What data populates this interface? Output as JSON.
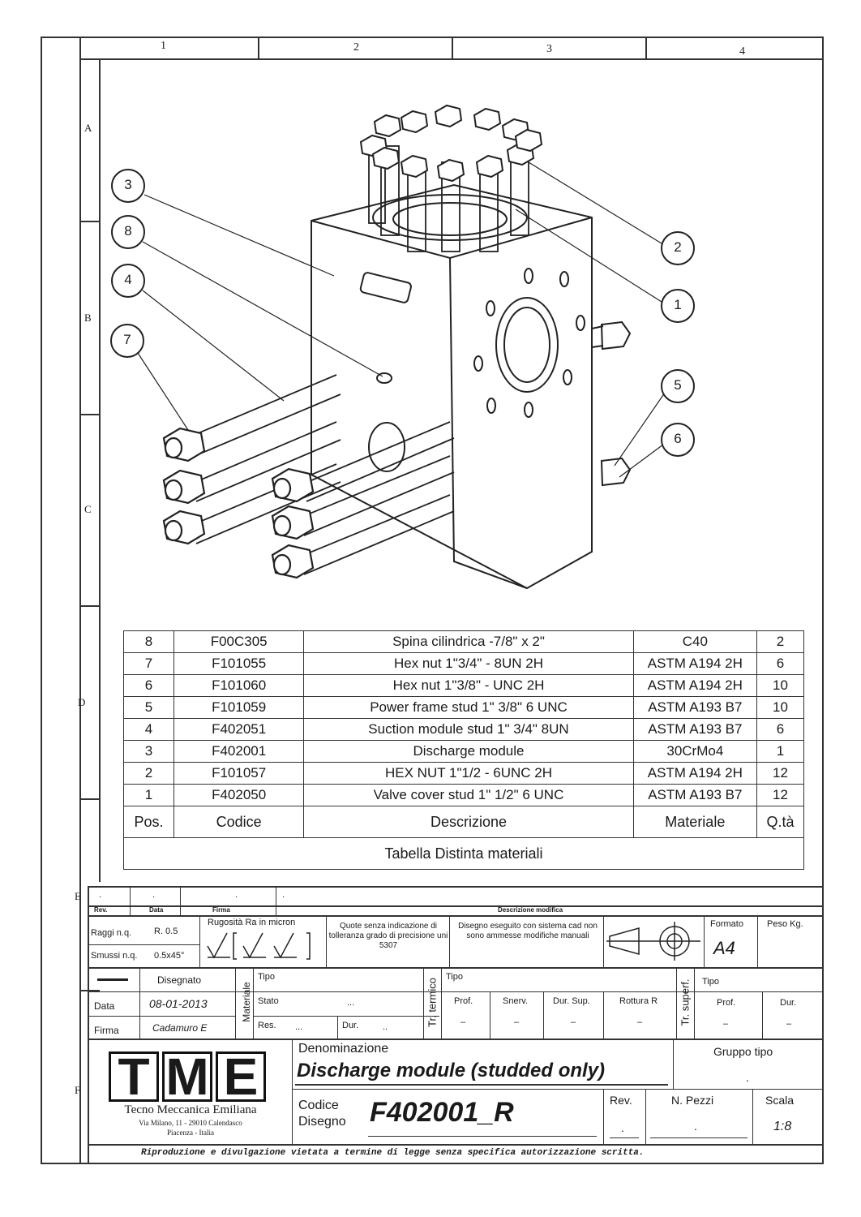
{
  "columns": [
    "1",
    "2",
    "3",
    "4"
  ],
  "rows": [
    "A",
    "B",
    "C",
    "D",
    "E",
    "F"
  ],
  "balloons": [
    "3",
    "8",
    "4",
    "7",
    "2",
    "1",
    "5",
    "6"
  ],
  "bom": {
    "items": [
      {
        "pos": "8",
        "code": "F00C305",
        "desc": "Spina cilindrica -7/8\" x 2\"",
        "mat": "C40",
        "qty": "2"
      },
      {
        "pos": "7",
        "code": "F101055",
        "desc": "Hex nut 1\"3/4\" - 8UN 2H",
        "mat": "ASTM A194 2H",
        "qty": "6"
      },
      {
        "pos": "6",
        "code": "F101060",
        "desc": "Hex nut 1\"3/8\" - UNC 2H",
        "mat": "ASTM A194 2H",
        "qty": "10"
      },
      {
        "pos": "5",
        "code": "F101059",
        "desc": "Power frame stud 1\" 3/8\" 6 UNC",
        "mat": "ASTM A193 B7",
        "qty": "10"
      },
      {
        "pos": "4",
        "code": "F402051",
        "desc": "Suction module stud 1\" 3/4\" 8UN",
        "mat": "ASTM A193 B7",
        "qty": "6"
      },
      {
        "pos": "3",
        "code": "F402001",
        "desc": "Discharge module",
        "mat": "30CrMo4",
        "qty": "1"
      },
      {
        "pos": "2",
        "code": "F101057",
        "desc": "HEX NUT 1\"1/2 - 6UNC 2H",
        "mat": "ASTM A194 2H",
        "qty": "12"
      },
      {
        "pos": "1",
        "code": "F402050",
        "desc": "Valve cover stud 1\" 1/2\" 6 UNC",
        "mat": "ASTM A193 B7",
        "qty": "12"
      }
    ],
    "headers": {
      "pos": "Pos.",
      "code": "Codice",
      "desc": "Descrizione",
      "mat": "Materiale",
      "qty": "Q.tà"
    },
    "caption": "Tabella Distinta materiali"
  },
  "revision": {
    "rev": "Rev.",
    "data": "Data",
    "firma": "Firma",
    "descr": "Descrizione modifica",
    "dot1": ".",
    "dot2": ".",
    "dot3": ".",
    "dot4": "."
  },
  "specs": {
    "raggi_label": "Raggi n.q.",
    "raggi_val": "R. 0.5",
    "smussi_label": "Smussi n.q.",
    "smussi_val": "0.5x45°",
    "rugosita": "Rugosità Ra in micron",
    "quote": "Quote senza indicazione di tolleranza grado di precisione uni 5307",
    "disegno_cad": "Disegno eseguito con sistema cad non sono ammesse modifiche manuali",
    "formato_label": "Formato",
    "formato_val": "A4",
    "peso": "Peso Kg."
  },
  "drawn": {
    "disegnato": "Disegnato",
    "data_label": "Data",
    "data_val": "08-01-2013",
    "firma_label": "Firma",
    "firma_val": "Cadamuro E",
    "materiale": "Materiale",
    "tipo": "Tipo",
    "stato": "Stato",
    "stato_val": "...",
    "res": "Res.",
    "res_val": "...",
    "dur": "Dur.",
    "dur_val": "..",
    "tr_termico": "Tr. termico",
    "tipo2": "Tipo",
    "prof": "Prof.",
    "snerv": "Snerv.",
    "dur_sup": "Dur. Sup.",
    "rottura": "Rottura R",
    "dash": "–",
    "tr_superf": "Tr. superf.",
    "tipo3": "Tipo",
    "prof2": "Prof.",
    "dur2": "Dur."
  },
  "company": {
    "letters": [
      "T",
      "M",
      "E"
    ],
    "name": "Tecno Meccanica Emiliana",
    "address": "Via Milano, 11 - 29010 Calendasco",
    "city": "Piacenza - Italia"
  },
  "title_block": {
    "denominazione_label": "Denominazione",
    "denominazione": "Discharge module (studded only)",
    "gruppo_tipo": "Gruppo tipo",
    "gruppo_val": ".",
    "codice_label_1": "Codice",
    "codice_label_2": "Disegno",
    "codice": "F402001_R",
    "rev_label": "Rev.",
    "rev_val": ".",
    "pezzi_label": "N. Pezzi",
    "pezzi_val": ".",
    "scala_label": "Scala",
    "scala_val": "1:8"
  },
  "footer": "Riproduzione e divulgazione vietata a termine di legge senza specifica autorizzazione scritta."
}
